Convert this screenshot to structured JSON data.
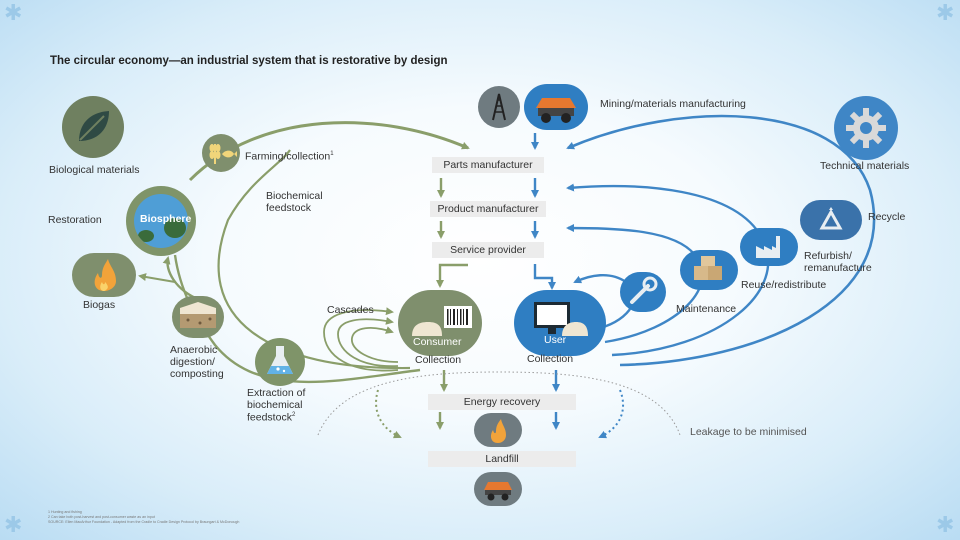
{
  "title": "The circular economy—an industrial system that is restorative by design",
  "biological": {
    "materials": "Biological materials",
    "farming": "Farming/collection",
    "farming_note": "1",
    "feedstock_l1": "Biochemical",
    "feedstock_l2": "feedstock",
    "restoration": "Restoration",
    "biosphere": "Biosphere",
    "biogas": "Biogas",
    "anaerobic_l1": "Anaerobic",
    "anaerobic_l2": "digestion/",
    "anaerobic_l3": "composting",
    "extraction_l1": "Extraction of",
    "extraction_l2": "biochemical",
    "extraction_l3": "feedstock",
    "extraction_note": "2",
    "cascades": "Cascades",
    "consumer": "Consumer",
    "collection": "Collection"
  },
  "central": {
    "mining": "Mining/materials manufacturing",
    "parts": "Parts manufacturer",
    "product": "Product manufacturer",
    "service": "Service provider",
    "energy": "Energy recovery",
    "landfill": "Landfill",
    "leakage": "Leakage to be minimised"
  },
  "technical": {
    "materials": "Technical materials",
    "recycle": "Recycle",
    "refurbish_l1": "Refurbish/",
    "refurbish_l2": "remanufacture",
    "reuse": "Reuse/redistribute",
    "maintenance": "Maintenance",
    "user": "User",
    "collection": "Collection"
  },
  "footnotes": [
    "1  Hunting and fishing",
    "2  Can take both post-harvest and post-consumer waste as an input",
    "SOURCE: Ellen MacArthur Foundation - Adapted from the Cradle to Cradle Design Protocol by Braungart & McDonough"
  ],
  "colors": {
    "bio_green": "#8a9e6a",
    "bio_dark": "#6e8056",
    "tech_blue": "#3f86c6",
    "tech_dark": "#2f6fab",
    "icon_gray": "#6f7b80",
    "box_gray": "#ececec"
  },
  "icons": {
    "biological": "leaf-icon",
    "technical": "gear-icon",
    "biosphere": "globe-icon",
    "farming": "wheat-fish-icon",
    "biogas": "flame-icon",
    "anaerobic": "soil-icon",
    "extraction": "flask-icon",
    "consumer": "barcode-icon",
    "user": "monitor-icon",
    "mining": "oil-rig-truck-icon",
    "recycle": "recycle-icon",
    "refurbish": "factory-icon",
    "reuse": "boxes-icon",
    "maintenance": "wrench-icon",
    "energy_recovery": "fire-icon",
    "landfill": "dump-truck-icon"
  }
}
